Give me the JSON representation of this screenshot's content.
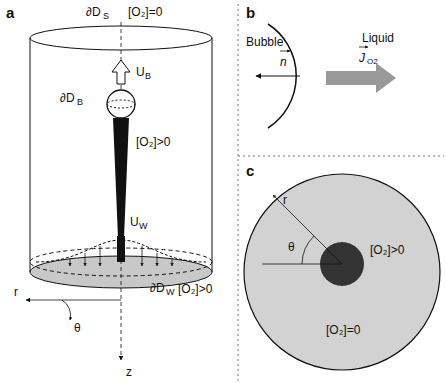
{
  "diagram": {
    "labels": [
      "a",
      "b",
      "c",
      "∂D",
      "S",
      "[O₂]=0",
      "U",
      "B",
      "∂D",
      "B",
      "[O₂]>0",
      "U",
      "W",
      "∂D",
      "W",
      "[O₂]>0",
      "r",
      "θ",
      "z",
      "Bubble",
      "Liquid",
      "n",
      "J",
      "O2",
      "r",
      "θ",
      "[O₂]>0",
      "[O₂]=0"
    ]
  }
}
